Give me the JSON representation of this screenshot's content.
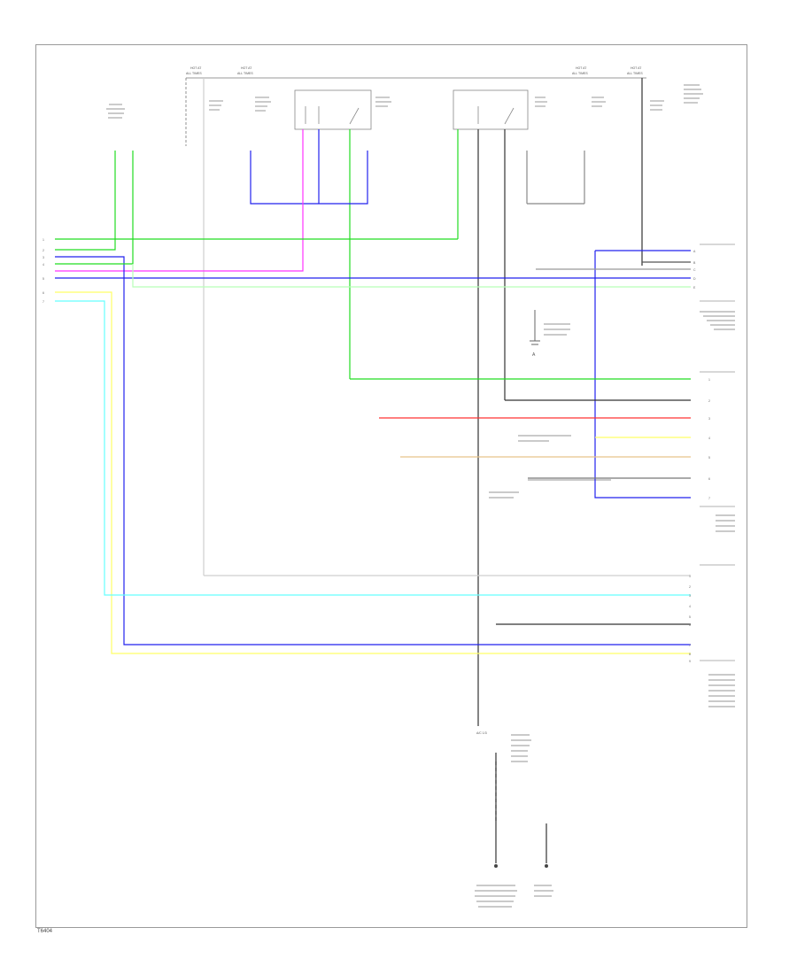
{
  "footer_code": "T6404",
  "ground_letter": "A",
  "bottom_tag": "A/C 1/3",
  "pins_left": [
    "1",
    "2",
    "3",
    "4",
    "5",
    "6",
    "7"
  ],
  "pins_right_top": [
    "A",
    "B",
    "C",
    "D",
    "E"
  ],
  "pins_right_mid": [
    "1",
    "2",
    "3",
    "4",
    "5",
    "6",
    "7"
  ],
  "pins_right_bot": [
    "1",
    "2",
    "3",
    "4",
    "5",
    "6",
    "7",
    "8",
    "9"
  ],
  "wire_colors": {
    "green": "#22dd22",
    "blue": "#2222ee",
    "magenta": "#ff33ff",
    "yellow": "#ffff66",
    "cyan": "#66ffff",
    "red": "#ff3333",
    "tan": "#e8c48a",
    "black": "#222222",
    "gray": "#bbbbbb",
    "lightgreen": "#b8ffb8"
  }
}
